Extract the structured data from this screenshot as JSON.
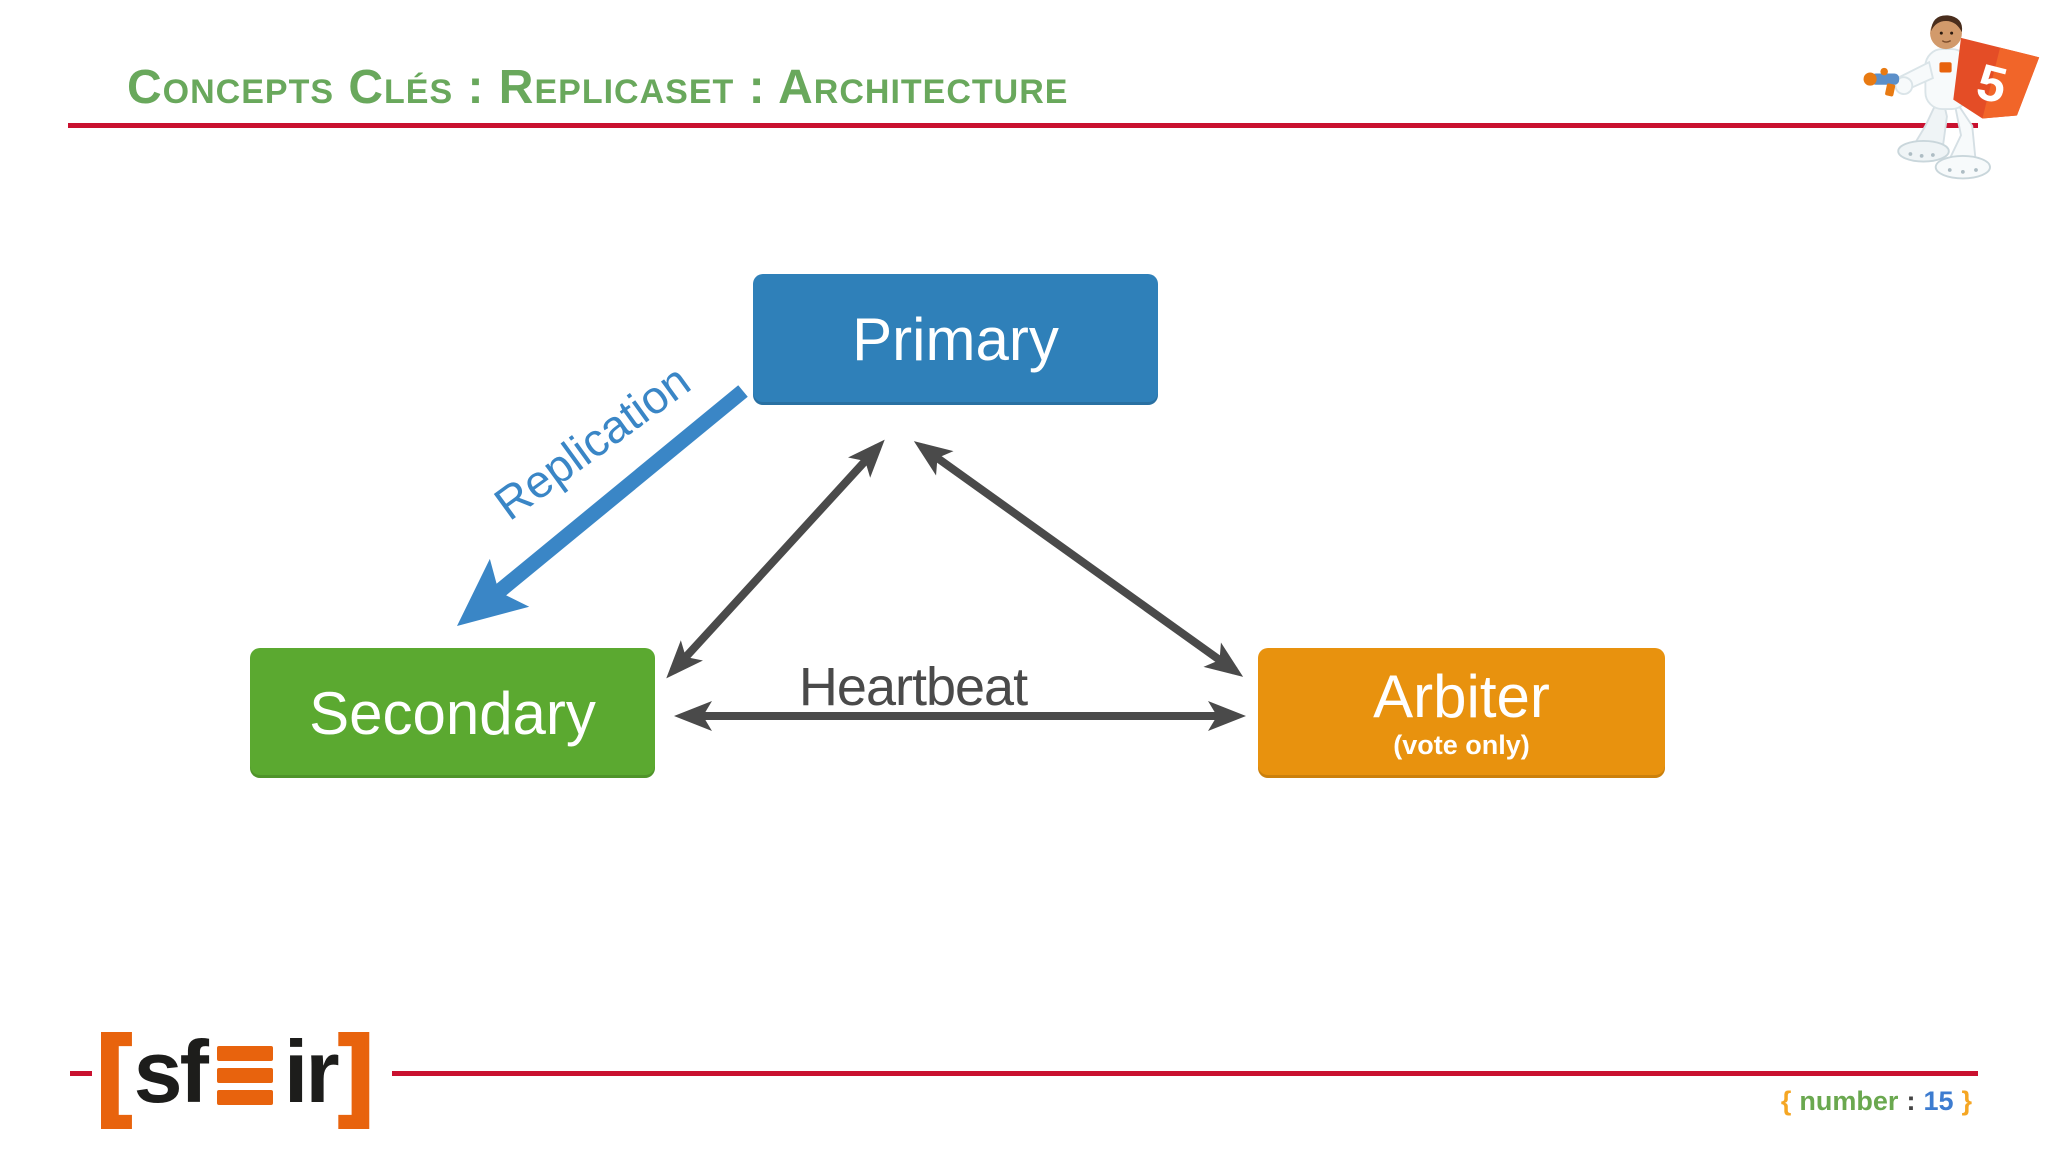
{
  "slide": {
    "title": "Concepts Clés : Replicaset : Architecture"
  },
  "diagram": {
    "nodes": [
      {
        "id": "primary",
        "label": "Primary",
        "color": "#2F80B9"
      },
      {
        "id": "secondary",
        "label": "Secondary",
        "color": "#5BA930"
      },
      {
        "id": "arbiter",
        "label": "Arbiter",
        "sublabel": "(vote only)",
        "color": "#E8920E"
      }
    ],
    "edges": [
      {
        "from": "Primary",
        "to": "Secondary",
        "label": "Replication",
        "type": "directed-blue"
      },
      {
        "from": "Primary",
        "to": "Secondary",
        "label": "",
        "type": "bidirectional"
      },
      {
        "from": "Primary",
        "to": "Arbiter",
        "label": "",
        "type": "bidirectional"
      },
      {
        "from": "Secondary",
        "to": "Arbiter",
        "label": "Heartbeat",
        "type": "bidirectional"
      }
    ]
  },
  "illustration": {
    "icon": "html5-astronaut-icon",
    "shield_text": "5"
  },
  "logo": {
    "bracket_open": "[",
    "letters_left": "sf",
    "e_icon": "triple-bar-e-icon",
    "letters_right": "ir",
    "bracket_close": "]"
  },
  "footer": {
    "brace_open": "{",
    "label": "number",
    "colon": ":",
    "value": "15",
    "brace_close": "}"
  },
  "colors": {
    "title_green": "#69A85C",
    "rule_red": "#C9112F",
    "primary_blue": "#2F80B9",
    "secondary_green": "#5BA930",
    "arbiter_orange": "#E8920E",
    "arrow_gray": "#4A4A4A",
    "replication_blue": "#3A86C6",
    "sfeir_orange": "#E8630D",
    "brace_orange": "#F5A623",
    "number_green": "#6AA84F",
    "number_value_blue": "#3D7CD0"
  }
}
